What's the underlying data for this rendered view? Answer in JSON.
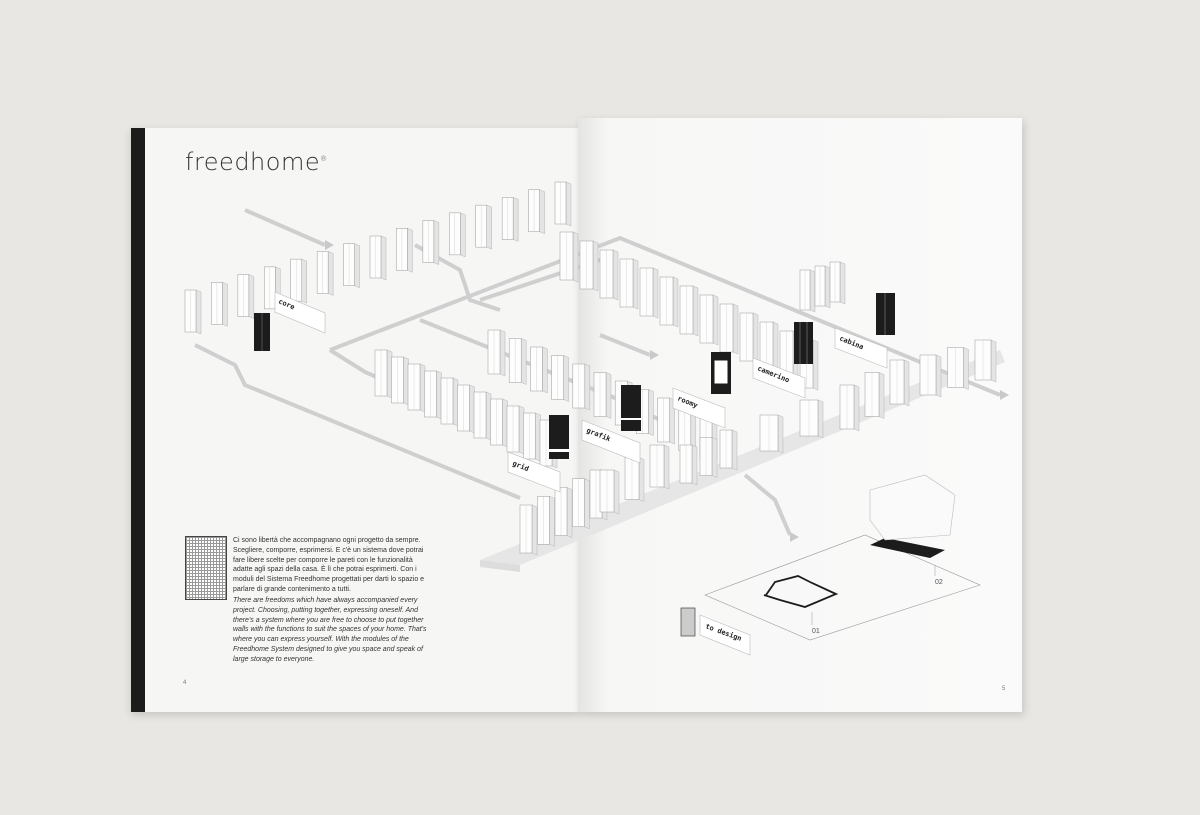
{
  "brochure": {
    "logo_text": "freedhome",
    "logo_mark": "®",
    "left_page": {
      "page_number": "4",
      "text_it": "Ci sono libertà che accompagnano ogni progetto da sempre. Scegliere, comporre, esprimersi. E c'è un sistema dove potrai fare libere scelte per comporre le pareti con le funzionalità adatte agli spazi della casa. È lì che potrai esprimerti. Con i moduli del Sistema Freedhome progettati per darti lo spazio e parlare di grande contenimento a tutti.",
      "text_en": "There are freedoms which have always accompanied every project. Choosing, putting together, expressing oneself. And there's a system where you are free to choose to put together walls with the functions to suit the spaces of your home. That's where you can express yourself. With the modules of the Freedhome System designed to give you space and speak of large storage to everyone."
    },
    "right_page": {
      "page_number": "5"
    },
    "diagram_labels": {
      "core": "core",
      "grid": "grid",
      "grafik": "grafik",
      "roomy": "roomy",
      "camerino": "camerino",
      "cabina": "cabina",
      "to_design": "to design",
      "step_01": "01",
      "step_02": "02"
    },
    "colors": {
      "background": "#e8e7e3",
      "paper": "#f6f6f5",
      "ink": "#1c1c1c",
      "path_gray": "#cfcfcf"
    }
  }
}
